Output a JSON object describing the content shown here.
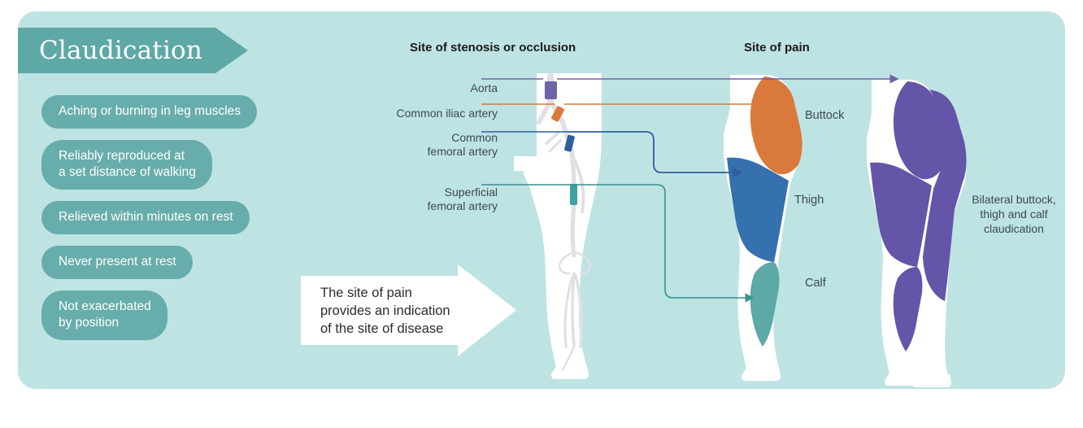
{
  "title": "Claudication",
  "bullets": [
    {
      "text": "Aching or burning in leg muscles",
      "multiline": false
    },
    {
      "text": "Reliably reproduced at\na set distance of walking",
      "multiline": true
    },
    {
      "text": "Relieved within minutes on rest",
      "multiline": false
    },
    {
      "text": "Never present at rest",
      "multiline": false
    },
    {
      "text": "Not exacerbated\nby position",
      "multiline": true
    }
  ],
  "callout": {
    "text": "The site of pain\nprovides an indication\nof the site of disease"
  },
  "headers": {
    "stenosis": "Site of stenosis or occlusion",
    "pain": "Site of pain"
  },
  "artery_labels": {
    "aorta": "Aorta",
    "common_iliac": "Common iliac artery",
    "common_femoral": "Common\nfemoral artery",
    "superficial_femoral": "Superficial\nfemoral artery"
  },
  "region_labels": {
    "buttock": "Buttock",
    "thigh": "Thigh",
    "calf": "Calf"
  },
  "bilateral_caption": "Bilateral buttock,\nthigh and calf\nclaudication",
  "colors": {
    "background": "#BEE3E3",
    "banner_teal": "#5EA8A6",
    "pill_teal": "#67ADAB",
    "aorta_purple": "#6E62A8",
    "iliac_orange": "#D97A3C",
    "femoral_blue": "#3570AF",
    "superficial_teal": "#4FA29E",
    "buttock_orange": "#D97A3C",
    "thigh_blue": "#3570AF",
    "calf_teal": "#5CA9A6",
    "bilateral_purple": "#6455A8",
    "limb_white": "#FFFFFF",
    "artery_gray": "#E3E3E6",
    "text_dark": "#2C2C2C",
    "label_slate": "#3B4A52"
  }
}
